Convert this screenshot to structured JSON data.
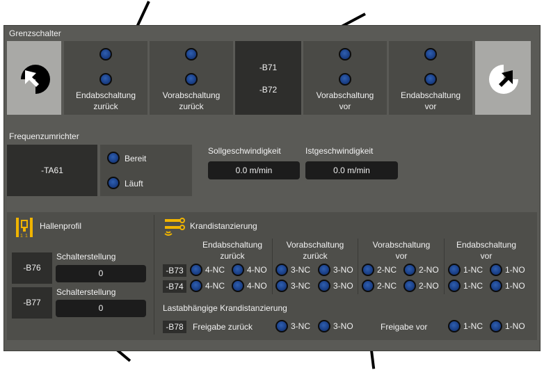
{
  "limit_switch": {
    "title": "Grenzschalter",
    "tiles": [
      {
        "label": "Endabschaltung\nzurück"
      },
      {
        "label": "Vorabschaltung\nzurück"
      },
      {
        "label": "Vorabschaltung\nvor"
      },
      {
        "label": "Endabschaltung\nvor"
      }
    ],
    "center_ids": [
      "-B71",
      "-B72"
    ]
  },
  "frequency_converter": {
    "title": "Frequenzumrichter",
    "device_id": "-TA61",
    "status": [
      {
        "label": "Bereit"
      },
      {
        "label": "Läuft"
      }
    ],
    "set_speed": {
      "label": "Sollgeschwindigkeit",
      "value": "0.0 m/min"
    },
    "actual_speed": {
      "label": "Istgeschwindigkeit",
      "value": "0.0 m/min"
    }
  },
  "hall_profile": {
    "title": "Hallenprofil",
    "rows": [
      {
        "id": "-B76",
        "label": "Schalterstellung",
        "value": "0"
      },
      {
        "id": "-B77",
        "label": "Schalterstellung",
        "value": "0"
      }
    ]
  },
  "crane_distance": {
    "title": "Krandistanzierung",
    "columns": [
      "Endabschaltung\nzurück",
      "Vorabschaltung\nzurück",
      "Vorabschaltung\nvor",
      "Endabschaltung\nvor"
    ],
    "rows": [
      {
        "id": "-B73",
        "cells": [
          "4-NC",
          "4-NO",
          "3-NC",
          "3-NO",
          "2-NC",
          "2-NO",
          "1-NC",
          "1-NO"
        ]
      },
      {
        "id": "-B74",
        "cells": [
          "4-NC",
          "4-NO",
          "3-NC",
          "3-NO",
          "2-NC",
          "2-NO",
          "1-NC",
          "1-NO"
        ]
      }
    ],
    "load_title": "Lastabhängige Krandistanzierung",
    "load_row": {
      "id": "-B78",
      "release_back": "Freigabe zurück",
      "back_cells": [
        "3-NC",
        "3-NO"
      ],
      "release_forward": "Freigabe vor",
      "forward_cells": [
        "1-NC",
        "1-NO"
      ]
    }
  },
  "colors": {
    "panel": "#5a5a56",
    "tile": "#4a4a46",
    "led": "#1a3f86",
    "accent_icon": "#f0b400"
  }
}
